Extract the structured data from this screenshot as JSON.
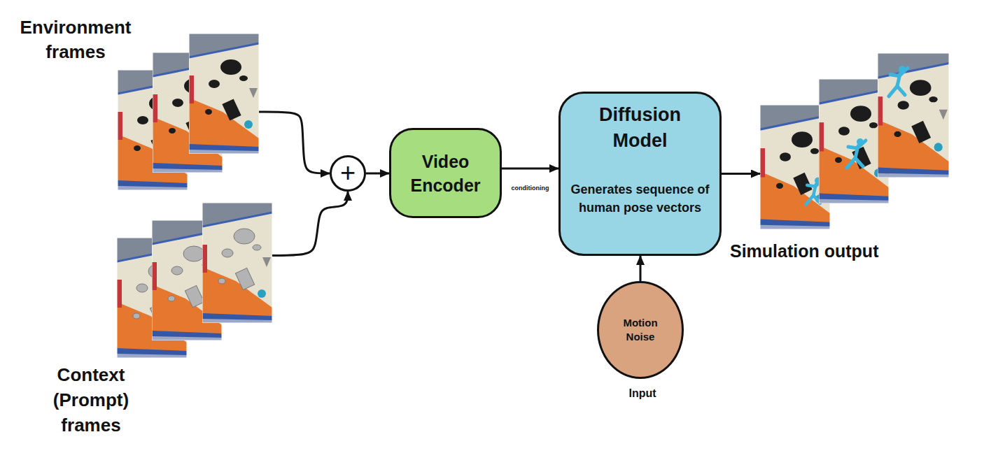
{
  "diagram": {
    "nodes": [
      {
        "text": [
          "Environment frames"
        ]
      },
      {
        "text": [
          "Context (Prompt) frames"
        ]
      },
      {
        "text": [
          "+"
        ]
      },
      {
        "text": [
          "Video Encoder"
        ]
      },
      {
        "text": [
          "Diffusion Model",
          "Generates sequence of human pose vectors"
        ]
      },
      {
        "text": [
          "Motion Noise",
          "Input"
        ]
      },
      {
        "text": [
          "Simulation output"
        ]
      }
    ],
    "edges": [
      {
        "from": 0,
        "to": 2,
        "arrow": "to"
      },
      {
        "from": 1,
        "to": 2,
        "arrow": "to"
      },
      {
        "from": 2,
        "to": 3,
        "arrow": "to"
      },
      {
        "from": 3,
        "to": 4,
        "label": "conditioning",
        "arrow": "to"
      },
      {
        "from": 5,
        "to": 4,
        "arrow": "to"
      },
      {
        "from": 4,
        "to": 6,
        "arrow": "to"
      }
    ]
  }
}
